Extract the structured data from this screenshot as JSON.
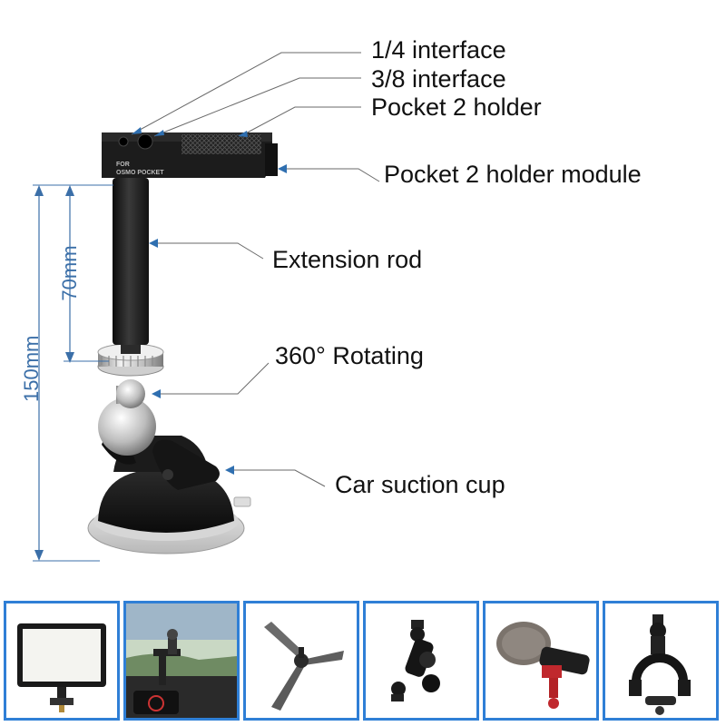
{
  "callouts": {
    "quarter_interface": "1/4 interface",
    "three_eighths_interface": "3/8 interface",
    "pocket_holder": "Pocket 2 holder",
    "holder_module": "Pocket 2 holder module",
    "extension_rod": "Extension rod",
    "rotating": "360° Rotating",
    "suction_cup": "Car suction cup"
  },
  "dimensions": {
    "total_height": "150mm",
    "rod_length": "70mm"
  },
  "product": {
    "engraving_line1": "FOR",
    "engraving_line2": "OSMO POCKET"
  },
  "accessories": [
    {
      "name": "led-fill-light"
    },
    {
      "name": "car-dashboard-mount"
    },
    {
      "name": "mini-tripod"
    },
    {
      "name": "magic-arm-ball-head"
    },
    {
      "name": "shotgun-microphone"
    },
    {
      "name": "handlebar-clamp"
    }
  ],
  "colors": {
    "leader_line": "#6a6a6a",
    "dimension_line": "#3b6fa8",
    "tile_border": "#2f7fd6"
  }
}
